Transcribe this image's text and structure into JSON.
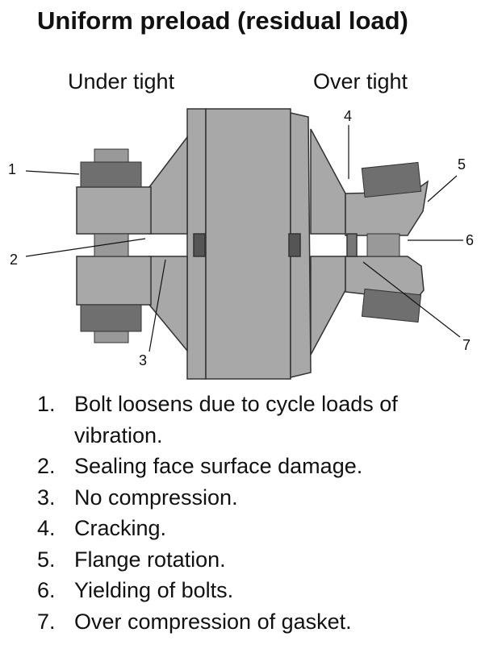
{
  "title": "Uniform preload (residual load)",
  "labels": {
    "under": "Under tight",
    "over": "Over tight"
  },
  "callouts": [
    "1",
    "2",
    "3",
    "4",
    "5",
    "6",
    "7"
  ],
  "items": [
    {
      "num": "1.",
      "text": "Bolt loosens due to cycle loads of",
      "text2": "vibration."
    },
    {
      "num": "2.",
      "text": "Sealing face surface damage."
    },
    {
      "num": "3.",
      "text": "No compression."
    },
    {
      "num": "4.",
      "text": "Cracking."
    },
    {
      "num": "5.",
      "text": "Flange rotation."
    },
    {
      "num": "6.",
      "text": "Yielding of bolts."
    },
    {
      "num": "7.",
      "text": "Over compression of gasket."
    }
  ],
  "colors": {
    "metal": "#a8a8a8",
    "outline": "#333333"
  }
}
